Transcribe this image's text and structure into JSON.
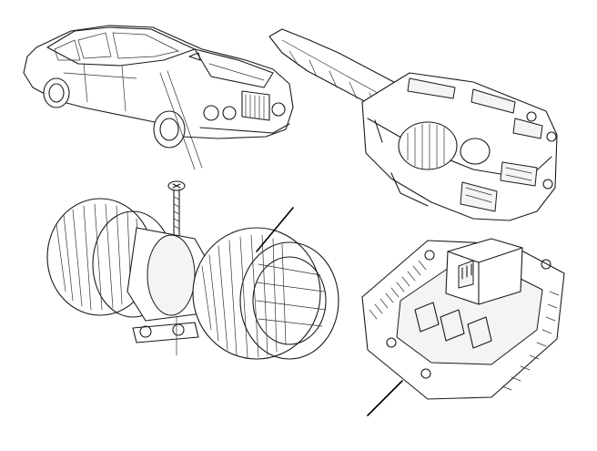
{
  "diagram": {
    "parts": [
      {
        "id": "car",
        "name": "vehicle-saloon"
      },
      {
        "id": "heater-unit",
        "name": "heater-housing-assembly"
      },
      {
        "id": "blower",
        "name": "blower-motor-fan"
      },
      {
        "id": "screw",
        "name": "retaining-screw"
      },
      {
        "id": "resistor",
        "name": "blower-resistor-module"
      }
    ],
    "colors": {
      "line": "#1a1a1a",
      "background": "#ffffff"
    }
  }
}
